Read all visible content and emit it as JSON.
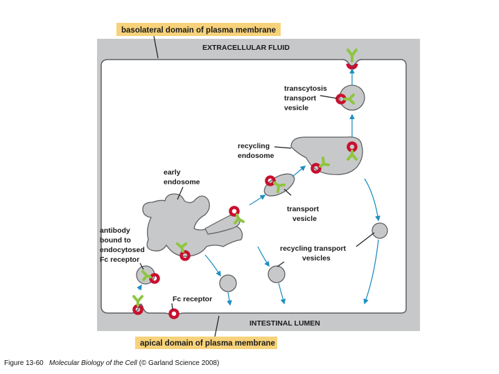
{
  "labels": {
    "basolateral_domain": "basolateral domain of plasma membrane",
    "extracellular_fluid": "EXTRACELLULAR FLUID",
    "transcytosis_vesicle": [
      "transcytosis",
      "transport",
      "vesicle"
    ],
    "recycling_endosome": [
      "recycling",
      "endosome"
    ],
    "early_endosome": [
      "early",
      "endosome"
    ],
    "transport_vesicle": [
      "transport",
      "vesicle"
    ],
    "antibody_bound": [
      "antibody",
      "bound to",
      "endocytosed",
      "Fc receptor"
    ],
    "recycling_transport_vesicles": [
      "recycling transport",
      "vesicles"
    ],
    "fc_receptor": "Fc receptor",
    "intestinal_lumen": "INTESTINAL LUMEN",
    "apical_domain": "apical domain of plasma membrane"
  },
  "caption": {
    "prefix": "Figure 13-60",
    "title": "Molecular Biology of the Cell",
    "suffix": "(© Garland Science 2008)"
  },
  "colors": {
    "membrane_gray": "#c7c8ca",
    "membrane_edge": "#5e5f61",
    "label_box": "#f7d27a",
    "receptor_red": "#c8102e",
    "antibody_green": "#8dc63f",
    "arrow_teal": "#1f8fc0",
    "cytoplasm": "#ffffff"
  }
}
